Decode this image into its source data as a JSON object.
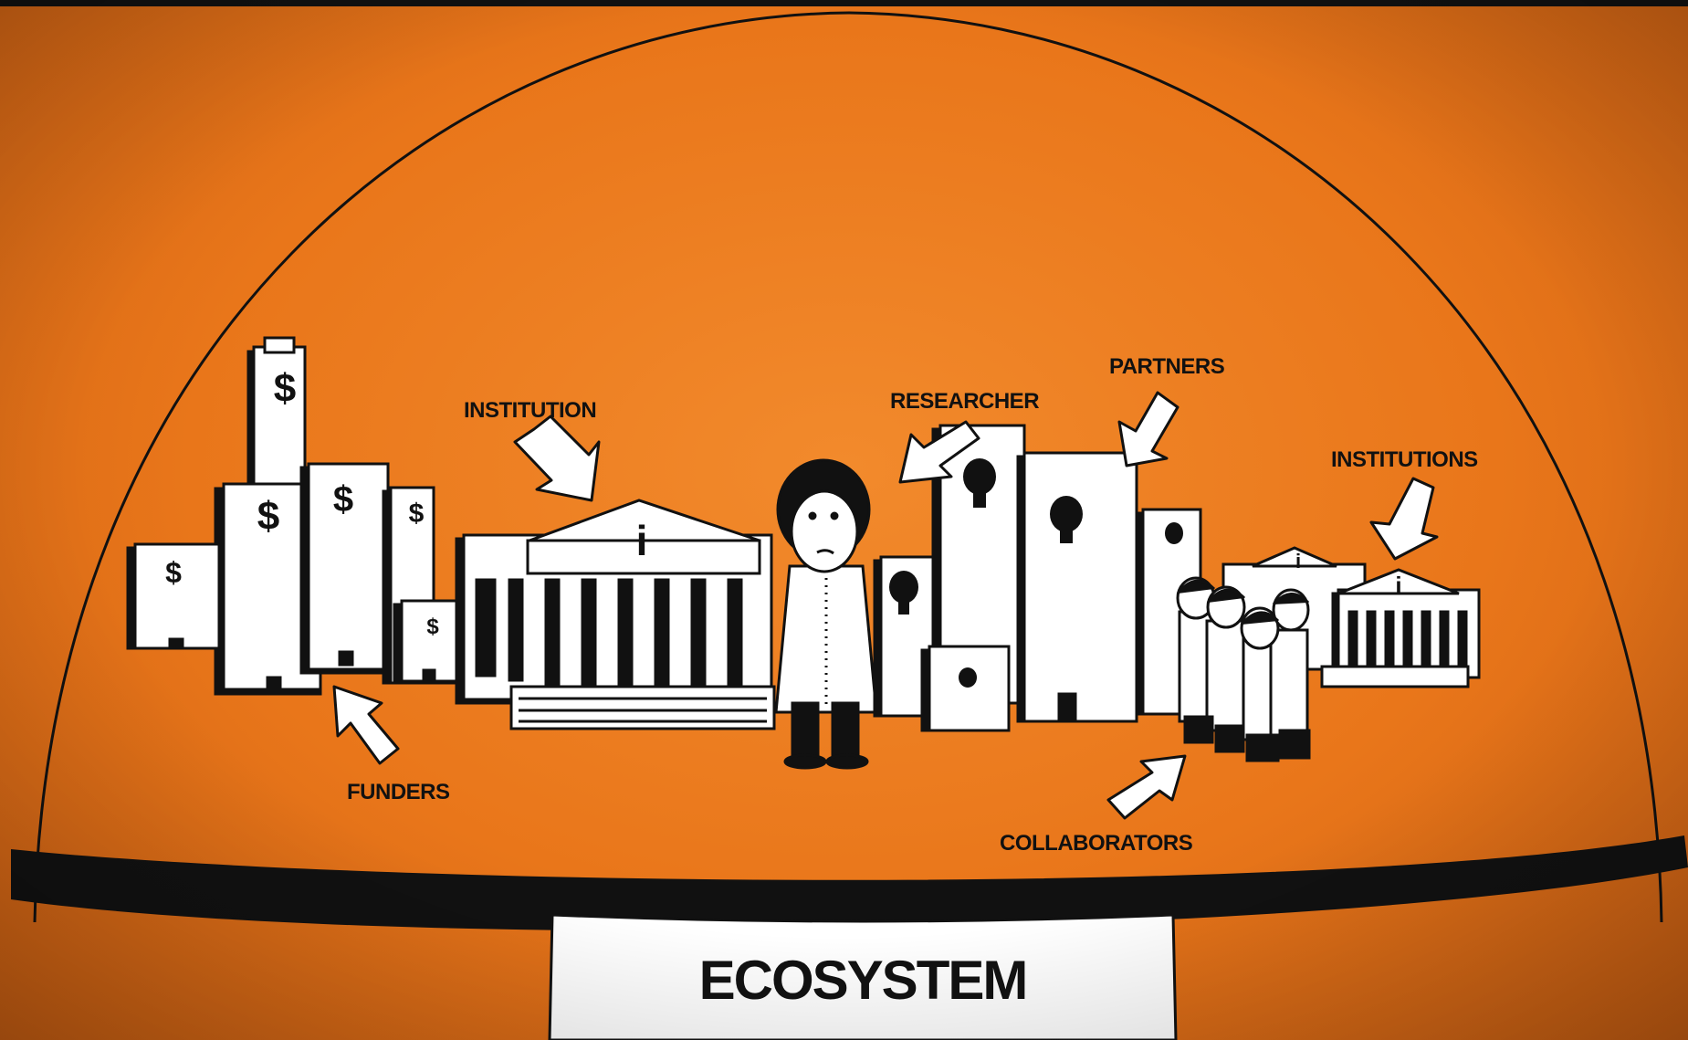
{
  "labels": {
    "partners": "PARTNERS",
    "researcher": "RESEARCHER",
    "institution": "INSTITUTION",
    "institutions": "INSTITUTIONS",
    "funders": "FUNDERS",
    "collaborators": "COLLABORATORS"
  },
  "banner": {
    "title": "ECOSYSTEM"
  },
  "colors": {
    "background": "#e9761a",
    "ink": "#111111",
    "paper": "#ffffff"
  },
  "icons": {
    "money": "dollar-sign-icon",
    "idea": "lightbulb-icon",
    "info": "info-icon"
  },
  "building_glyphs": {
    "money": "$",
    "info": "i"
  }
}
